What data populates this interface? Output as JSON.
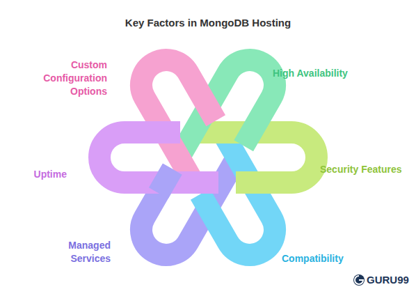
{
  "diagram": {
    "title": "Key Factors in MongoDB Hosting",
    "nodes": [
      {
        "text": [
          "Custom Configuration Options"
        ]
      },
      {
        "text": [
          "High Availability"
        ]
      },
      {
        "text": [
          "Security Features"
        ]
      },
      {
        "text": [
          "Compatibility"
        ]
      },
      {
        "text": [
          "Managed Services"
        ]
      },
      {
        "text": [
          "Uptime"
        ]
      }
    ],
    "labels": [
      "GURU99"
    ]
  }
}
